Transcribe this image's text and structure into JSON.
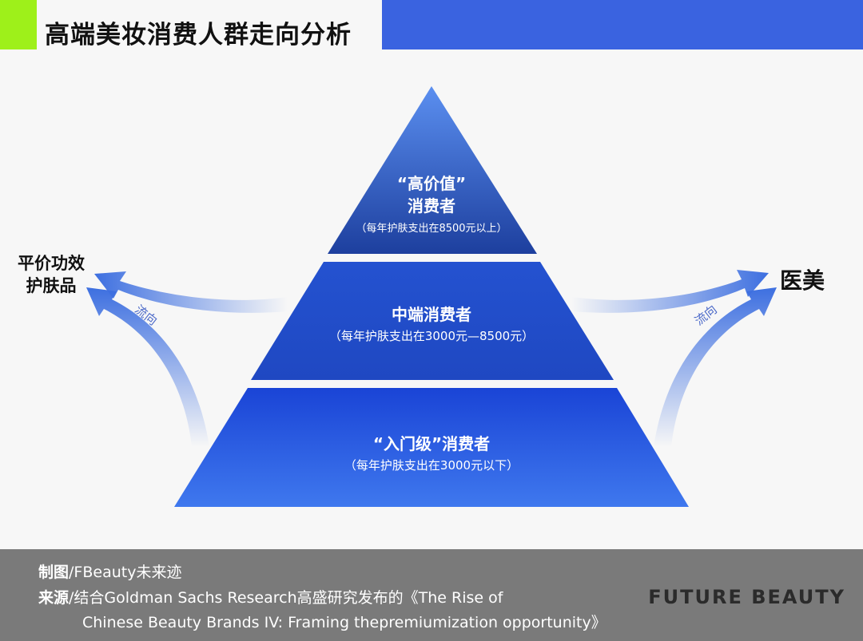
{
  "header": {
    "title": "高端美妆消费人群走向分析"
  },
  "pyramid": {
    "tiers": [
      {
        "line1": "“高价值”",
        "line2": "消费者",
        "detail": "（每年护肤支出在8500元以上）"
      },
      {
        "line1": "中端消费者",
        "detail": "（每年护肤支出在3000元—8500元）"
      },
      {
        "line1": "“入门级”消费者",
        "detail": "（每年护肤支出在3000元以下）"
      }
    ]
  },
  "flows": {
    "left": {
      "target_line1": "平价功效",
      "target_line2": "护肤品",
      "label": "流向"
    },
    "right": {
      "target": "医美",
      "label": "流向"
    }
  },
  "footer": {
    "chart_by_label": "制图",
    "chart_by_value": "/FBeauty未来迹",
    "source_label": "来源",
    "source_line1": "/结合Goldman Sachs Research高盛研究发布的《The Rise of",
    "source_line2": "Chinese Beauty Brands IV: Framing thepremiumization opportunity》",
    "brand": "FUTURE BEAUTY"
  },
  "colors": {
    "accent": "#9ef01a",
    "brand_blue": "#3a63e0",
    "footer_bg": "#7a7a7a"
  }
}
